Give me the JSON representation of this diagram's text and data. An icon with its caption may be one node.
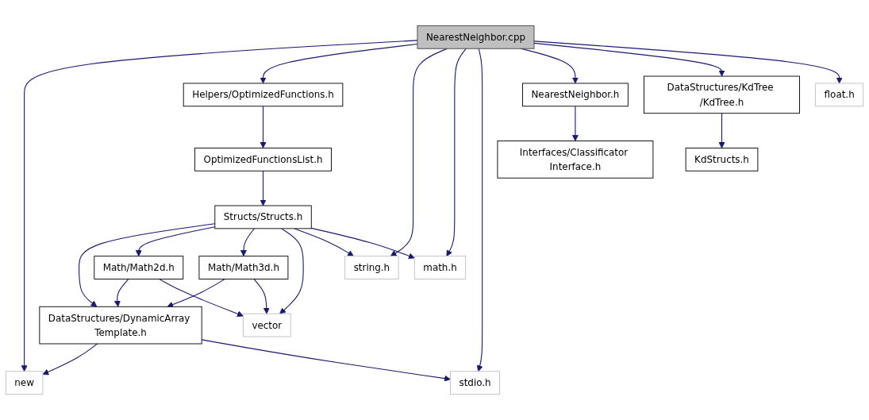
{
  "diagram": {
    "nodes": [
      {
        "text": [
          "NearestNeighbor.cpp"
        ]
      },
      {
        "text": [
          "Helpers/OptimizedFunctions.h"
        ]
      },
      {
        "text": [
          "NearestNeighbor.h"
        ]
      },
      {
        "text": [
          "DataStructures/KdTree /KdTree.h"
        ]
      },
      {
        "text": [
          "float.h"
        ]
      },
      {
        "text": [
          "OptimizedFunctionsList.h"
        ]
      },
      {
        "text": [
          "Interfaces/Classificator Interface.h"
        ]
      },
      {
        "text": [
          "KdStructs.h"
        ]
      },
      {
        "text": [
          "Structs/Structs.h"
        ]
      },
      {
        "text": [
          "Math/Math2d.h"
        ]
      },
      {
        "text": [
          "Math/Math3d.h"
        ]
      },
      {
        "text": [
          "string.h"
        ]
      },
      {
        "text": [
          "math.h"
        ]
      },
      {
        "text": [
          "DataStructures/DynamicArray Template.h"
        ]
      },
      {
        "text": [
          "vector"
        ]
      },
      {
        "text": [
          "new"
        ]
      },
      {
        "text": [
          "stdio.h"
        ]
      }
    ],
    "edges": [
      {
        "from": 0,
        "to": 15,
        "arrow": "to"
      },
      {
        "from": 0,
        "to": 1,
        "arrow": "to"
      },
      {
        "from": 0,
        "to": 11,
        "arrow": "to"
      },
      {
        "from": 0,
        "to": 12,
        "arrow": "to"
      },
      {
        "from": 0,
        "to": 16,
        "arrow": "to"
      },
      {
        "from": 0,
        "to": 2,
        "arrow": "to"
      },
      {
        "from": 0,
        "to": 3,
        "arrow": "to"
      },
      {
        "from": 0,
        "to": 4,
        "arrow": "to"
      },
      {
        "from": 1,
        "to": 5,
        "arrow": "to"
      },
      {
        "from": 5,
        "to": 8,
        "arrow": "to"
      },
      {
        "from": 2,
        "to": 6,
        "arrow": "to"
      },
      {
        "from": 3,
        "to": 7,
        "arrow": "to"
      },
      {
        "from": 8,
        "to": 13,
        "arrow": "to"
      },
      {
        "from": 8,
        "to": 9,
        "arrow": "to"
      },
      {
        "from": 8,
        "to": 10,
        "arrow": "to"
      },
      {
        "from": 8,
        "to": 14,
        "arrow": "to"
      },
      {
        "from": 8,
        "to": 11,
        "arrow": "to"
      },
      {
        "from": 8,
        "to": 12,
        "arrow": "to"
      },
      {
        "from": 9,
        "to": 13,
        "arrow": "to"
      },
      {
        "from": 9,
        "to": 14,
        "arrow": "to"
      },
      {
        "from": 10,
        "to": 13,
        "arrow": "to"
      },
      {
        "from": 10,
        "to": 14,
        "arrow": "to"
      },
      {
        "from": 13,
        "to": 15,
        "arrow": "to"
      },
      {
        "from": 13,
        "to": 16,
        "arrow": "to"
      }
    ]
  }
}
